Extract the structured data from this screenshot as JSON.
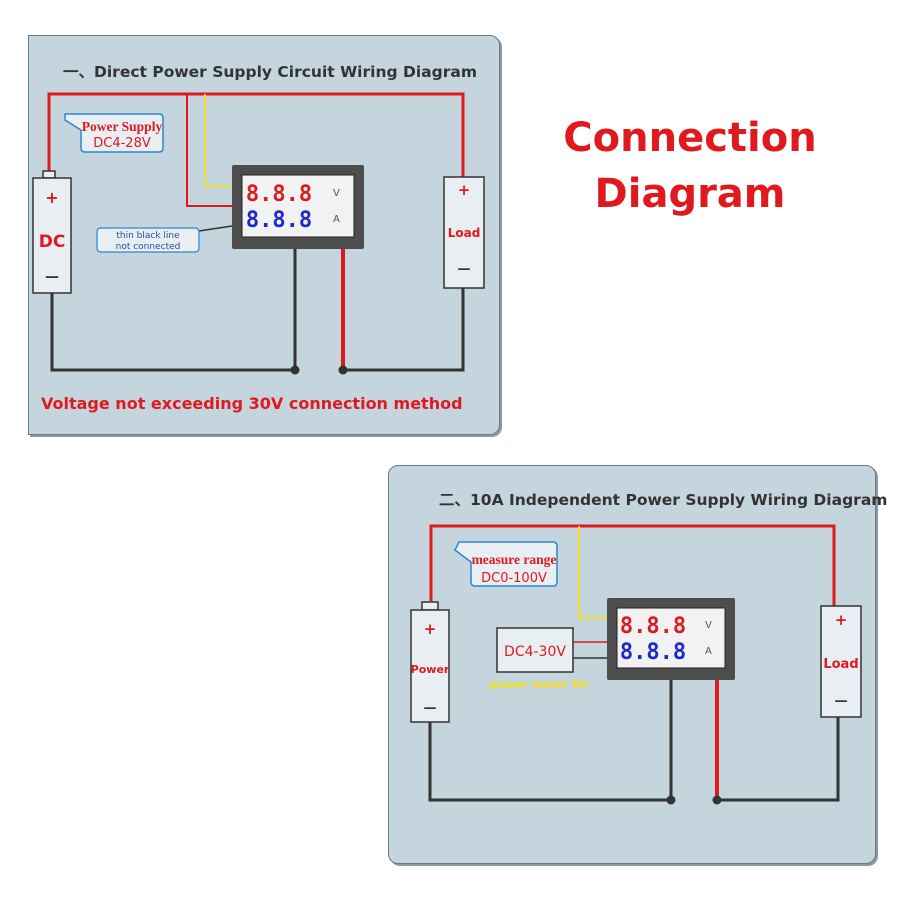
{
  "heading": {
    "line1": "Connection",
    "line2": "Diagram"
  },
  "diagram1": {
    "title": "一、Direct Power Supply Circuit Wiring Diagram",
    "callout_title": "Power Supply",
    "callout_range": "DC4-28V",
    "battery_label": "DC",
    "plus": "+",
    "minus": "—",
    "load_label": "Load",
    "meter_voltage": "8.8.8",
    "meter_current": "8.8.8",
    "unit_v": "V",
    "unit_a": "A",
    "note_line1": "thin black line",
    "note_line2": "not connected",
    "warning": "Voltage not exceeding 30V connection method"
  },
  "diagram2": {
    "title": "二、10A Independent Power Supply Wiring Diagram",
    "callout_title": "measure range",
    "callout_range": "DC0-100V",
    "battery_label": "Power",
    "plus": "+",
    "minus": "—",
    "load_label": "Load",
    "meter_voltage": "8.8.8",
    "meter_current": "8.8.8",
    "unit_v": "V",
    "unit_a": "A",
    "dc_box": "DC4-30V",
    "dc_box_note": "power meter DC"
  },
  "colors": {
    "red_wire": "#e0191e",
    "black_wire": "#333333",
    "yellow_wire": "#f0e020",
    "voltage_digits": "#e0191e",
    "current_digits": "#1a2ad0"
  }
}
